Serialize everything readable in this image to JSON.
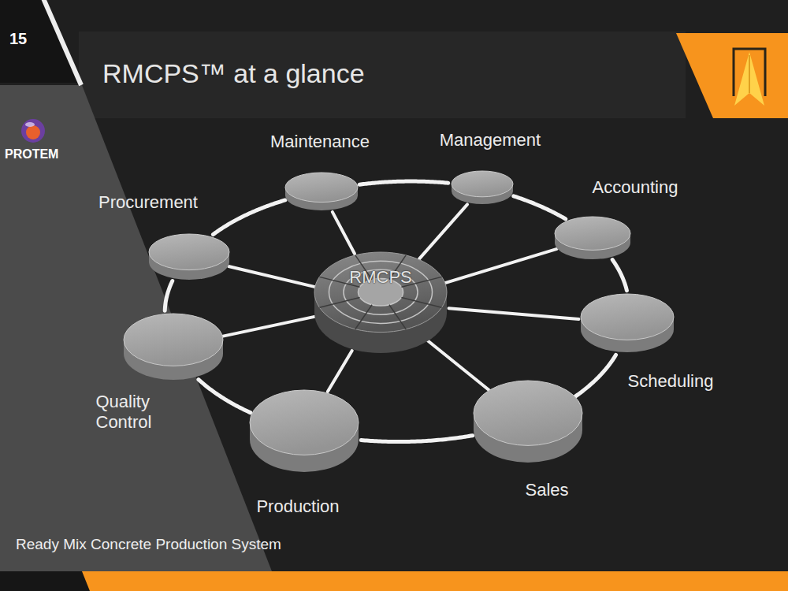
{
  "diagram": {
    "title": "RMCPS™ at a glance",
    "nodes": [
      {
        "text": [
          "Maintenance"
        ]
      },
      {
        "text": [
          "Management"
        ]
      },
      {
        "text": [
          "Accounting"
        ]
      },
      {
        "text": [
          "Scheduling"
        ]
      },
      {
        "text": [
          "Sales"
        ]
      },
      {
        "text": [
          "Production"
        ]
      },
      {
        "text": [
          "Quality Control"
        ]
      },
      {
        "text": [
          "Procurement"
        ]
      },
      {
        "text": [
          "RMCPS"
        ]
      }
    ],
    "edges": [
      {
        "from": 0,
        "to": 1,
        "arrow": "none"
      },
      {
        "from": 1,
        "to": 2,
        "arrow": "none"
      },
      {
        "from": 2,
        "to": 3,
        "arrow": "none"
      },
      {
        "from": 3,
        "to": 4,
        "arrow": "none"
      },
      {
        "from": 4,
        "to": 5,
        "arrow": "none"
      },
      {
        "from": 5,
        "to": 6,
        "arrow": "none"
      },
      {
        "from": 6,
        "to": 7,
        "arrow": "none"
      },
      {
        "from": 7,
        "to": 0,
        "arrow": "none"
      },
      {
        "from": 8,
        "to": 0,
        "arrow": "none"
      },
      {
        "from": 8,
        "to": 1,
        "arrow": "none"
      },
      {
        "from": 8,
        "to": 2,
        "arrow": "none"
      },
      {
        "from": 8,
        "to": 3,
        "arrow": "none"
      },
      {
        "from": 8,
        "to": 4,
        "arrow": "none"
      },
      {
        "from": 8,
        "to": 5,
        "arrow": "none"
      },
      {
        "from": 8,
        "to": 6,
        "arrow": "none"
      },
      {
        "from": 8,
        "to": 7,
        "arrow": "none"
      }
    ],
    "labels": [
      "15",
      "PROTEM",
      "Ready Mix Concrete Production System"
    ]
  }
}
